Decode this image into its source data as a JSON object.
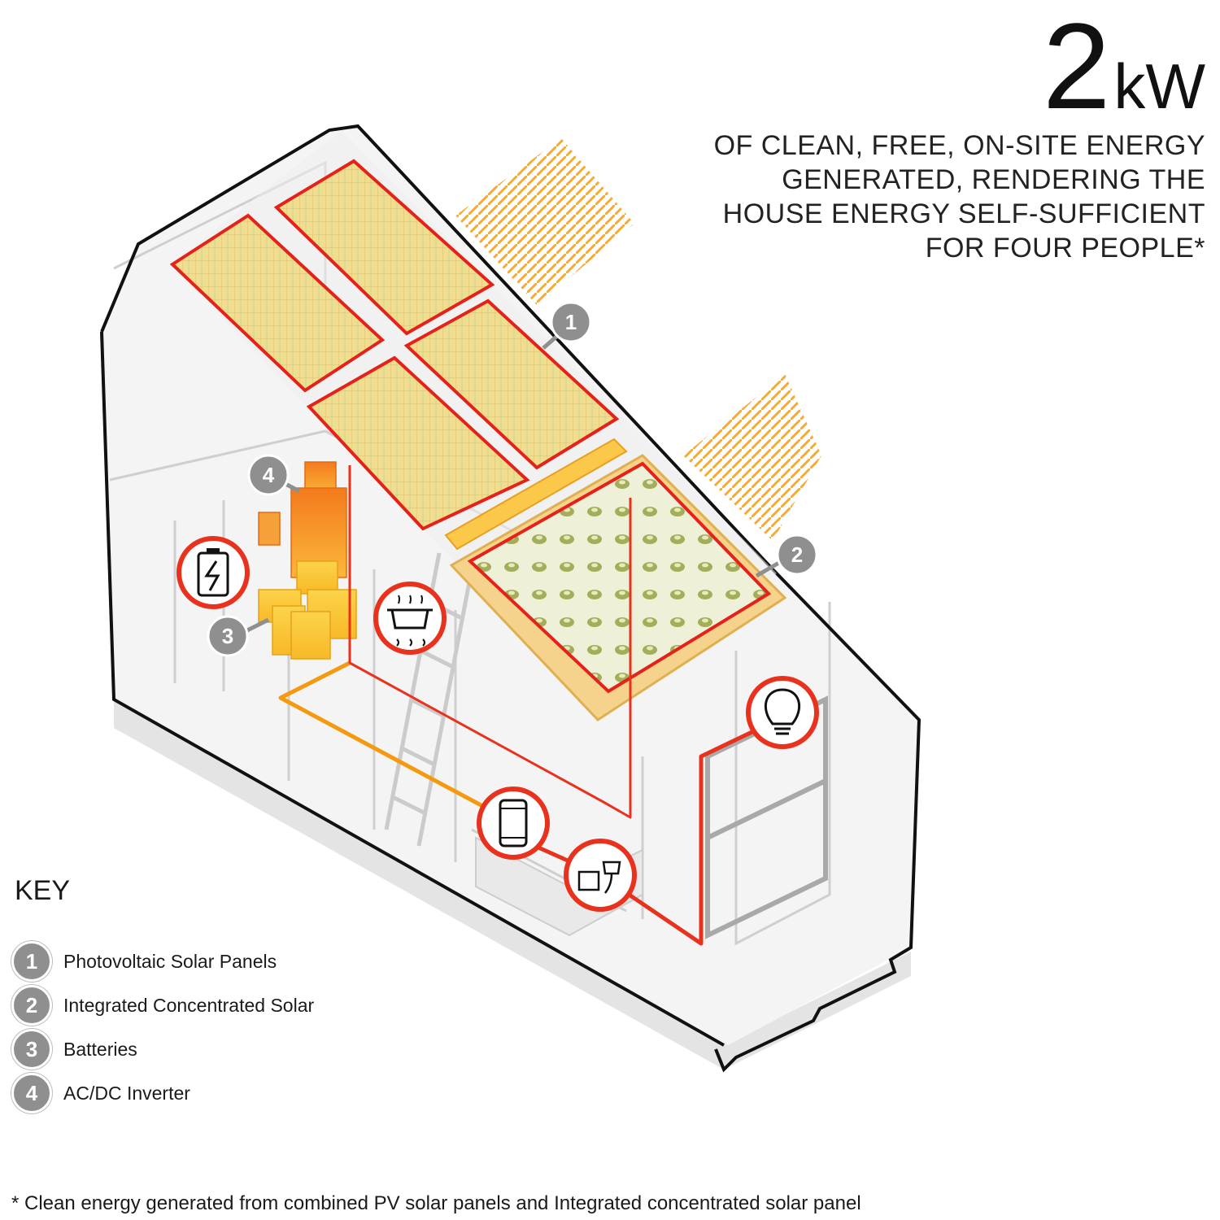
{
  "headline": {
    "value": "2",
    "unit": "kW",
    "subtitle_lines": [
      "OF CLEAN, FREE, ON-SITE ENERGY",
      "GENERATED, RENDERING THE",
      "HOUSE ENERGY SELF-SUFFICIENT",
      "FOR FOUR PEOPLE*"
    ]
  },
  "callouts": [
    "1",
    "2",
    "3",
    "4"
  ],
  "icons": [
    "battery-icon",
    "cooking-pot-icon",
    "light-bulb-icon",
    "smartphone-icon",
    "power-outlet-plug-icon"
  ],
  "key": {
    "title": "KEY",
    "items": [
      {
        "num": "1",
        "label": "Photovoltaic Solar Panels"
      },
      {
        "num": "2",
        "label": "Integrated Concentrated Solar"
      },
      {
        "num": "3",
        "label": "Batteries"
      },
      {
        "num": "4",
        "label": "AC/DC Inverter"
      }
    ]
  },
  "footnote": "* Clean energy generated from combined PV solar panels and Integrated concentrated solar panel",
  "colors": {
    "wire_red": "#e8321e",
    "wire_orange": "#f59a10",
    "panel_fill": "#f2dc8c",
    "callout_gray": "#8f8f8f",
    "outline": "#111111"
  }
}
